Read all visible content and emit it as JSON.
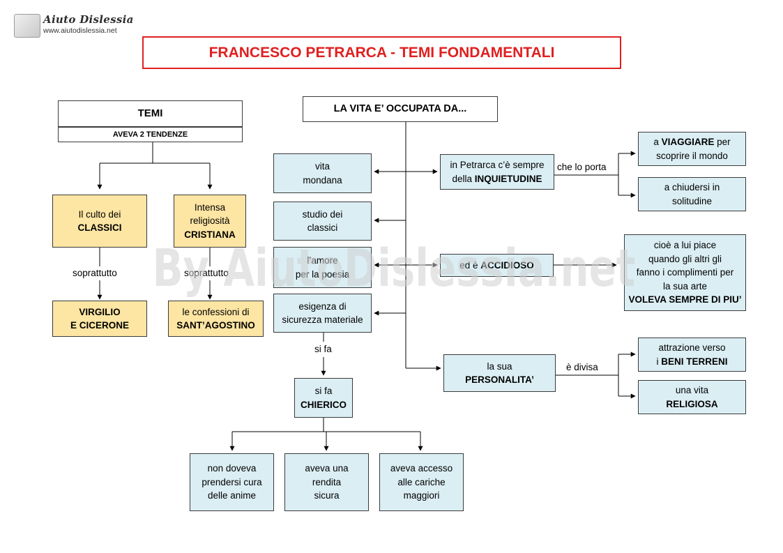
{
  "logo": {
    "name": "Aiuto Dislessia",
    "url": "www.aiutodislessia.net"
  },
  "title": "FRANCESCO PETRARCA - TEMI FONDAMENTALI",
  "watermark": "By AiutoDislessia.net",
  "colors": {
    "title_red": "#e02020",
    "cyan_box": "#dbeef4",
    "yellow_box": "#fde5a3"
  },
  "left": {
    "temi": "TEMI",
    "tendenze": "AVEVA 2 TENDENZE",
    "classici": [
      "Il culto dei",
      "CLASSICI"
    ],
    "religiosita": [
      "Intensa",
      "religiosità",
      "CRISTIANA"
    ],
    "soprattutto_1": "soprattutto",
    "soprattutto_2": "soprattutto",
    "virgilio": [
      "VIRGILIO",
      "E CICERONE"
    ],
    "confessioni": [
      "le confessioni di",
      "SANT’AGOSTINO"
    ]
  },
  "center": {
    "vita_occupata": "LA VITA E’ OCCUPATA DA...",
    "vita_mondana": [
      "vita",
      "mondana"
    ],
    "studio_classici": [
      "studio dei",
      "classici"
    ],
    "amore_poesia": [
      "l’amore",
      "per la poesia"
    ],
    "sicurezza": [
      "esigenza di",
      "sicurezza materiale"
    ],
    "si_fa": "si fa",
    "chierico": [
      "si fa",
      "CHIERICO"
    ],
    "anime": [
      "non doveva",
      "prendersi cura",
      "delle anime"
    ],
    "rendita": [
      "aveva una",
      "rendita",
      "sicura"
    ],
    "cariche": [
      "aveva accesso",
      "alle cariche",
      "maggiori"
    ]
  },
  "right": {
    "inquietudine": [
      "in Petrarca c’è sempre",
      "della ",
      "INQUIETUDINE"
    ],
    "che_lo_porta": "che lo porta",
    "viaggiare": [
      "a ",
      "VIAGGIARE",
      " per",
      "scoprire il mondo"
    ],
    "solitudine": [
      "a chiudersi in",
      "solitudine"
    ],
    "accidioso": [
      "ed è ",
      "ACCIDIOSO"
    ],
    "complimenti": [
      "cioè a lui piace",
      "quando gli altri gli",
      "fanno i complimenti per",
      "la sua arte",
      "VOLEVA SEMPRE DI PIU’"
    ],
    "personalita": [
      "la sua",
      "PERSONALITA’"
    ],
    "e_divisa": "è divisa",
    "beni_terreni": [
      "attrazione verso",
      "i ",
      "BENI TERRENI"
    ],
    "religiosa": [
      "una vita",
      "RELIGIOSA"
    ]
  }
}
